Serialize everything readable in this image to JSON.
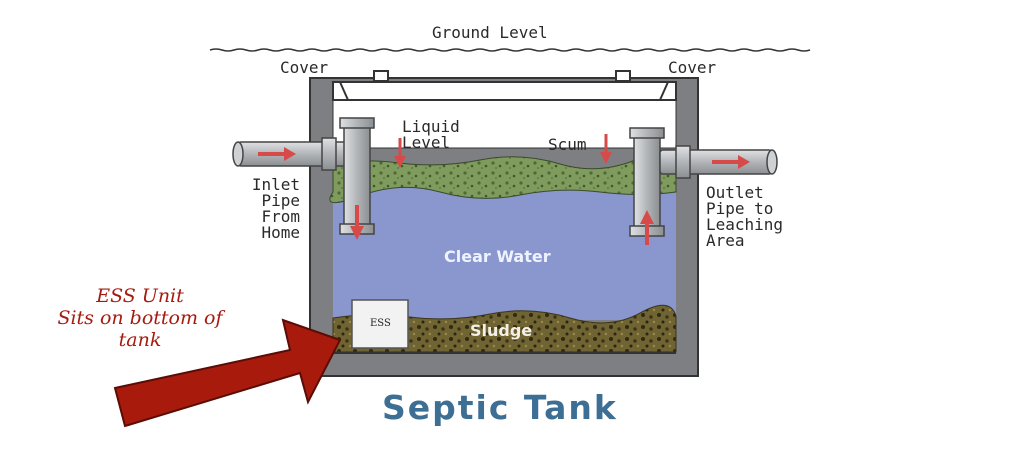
{
  "labels": {
    "ground_level": "Ground Level",
    "cover_left": "Cover",
    "cover_right": "Cover",
    "liquid_level": [
      "Liquid",
      "Level"
    ],
    "scum": "Scum",
    "inlet_pipe": [
      "Inlet",
      "Pipe",
      "From",
      "Home"
    ],
    "outlet_pipe": [
      "Outlet",
      "Pipe to",
      "Leaching",
      "Area"
    ],
    "clear_water": "Clear Water",
    "sludge": "Sludge",
    "ess_box": "ESS",
    "ess_note": [
      "ESS Unit",
      "Sits on bottom of",
      "tank"
    ],
    "title": "Septic Tank"
  },
  "colors": {
    "tank_wall": "#7d7f83",
    "water": "#8a97cf",
    "scum": "#79955a",
    "sludge": "#6a6030",
    "flow_arrow": "#d64a4a",
    "callout_arrow": "#a81a0c",
    "title": "#3d6f95",
    "pipe": "#b9bcbf"
  }
}
